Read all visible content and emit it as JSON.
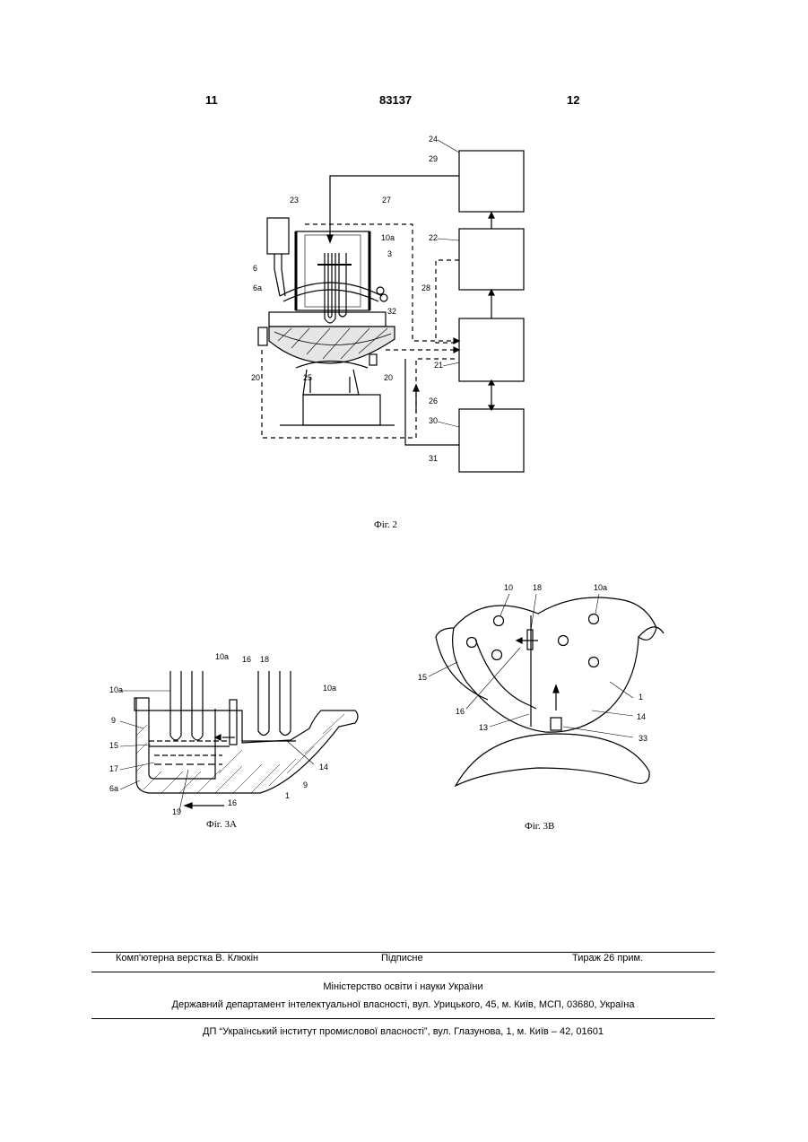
{
  "header": {
    "left": "11",
    "center": "83137",
    "right": "12"
  },
  "fig2": {
    "caption": "Фіг. 2",
    "labels": [
      "24",
      "29",
      "23",
      "27",
      "22",
      "10a",
      "3",
      "6",
      "6a",
      "28",
      "32",
      "21",
      "20",
      "25",
      "20",
      "26",
      "30",
      "31"
    ]
  },
  "fig3a": {
    "caption": "Фіг. 3A",
    "labels": [
      "10a",
      "16",
      "18",
      "10a",
      "10a",
      "9",
      "15",
      "17",
      "6a",
      "19",
      "14",
      "9",
      "1",
      "16"
    ]
  },
  "fig3b": {
    "caption": "Фіг. 3B",
    "labels": [
      "10",
      "18",
      "10a",
      "15",
      "1",
      "16",
      "13",
      "14",
      "33"
    ]
  },
  "imprint": {
    "layout": "Комп'ютерна верстка В. Клюкін",
    "signed": "Підписне",
    "circulation": "Тираж 26 прим.",
    "ministry": "Міністерство освіти і науки України",
    "department": "Державний департамент інтелектуальної власності, вул. Урицького, 45, м. Київ, МСП, 03680, Україна",
    "institute": "ДП “Український інститут промислової власності”, вул. Глазунова, 1, м. Київ – 42, 01601"
  }
}
